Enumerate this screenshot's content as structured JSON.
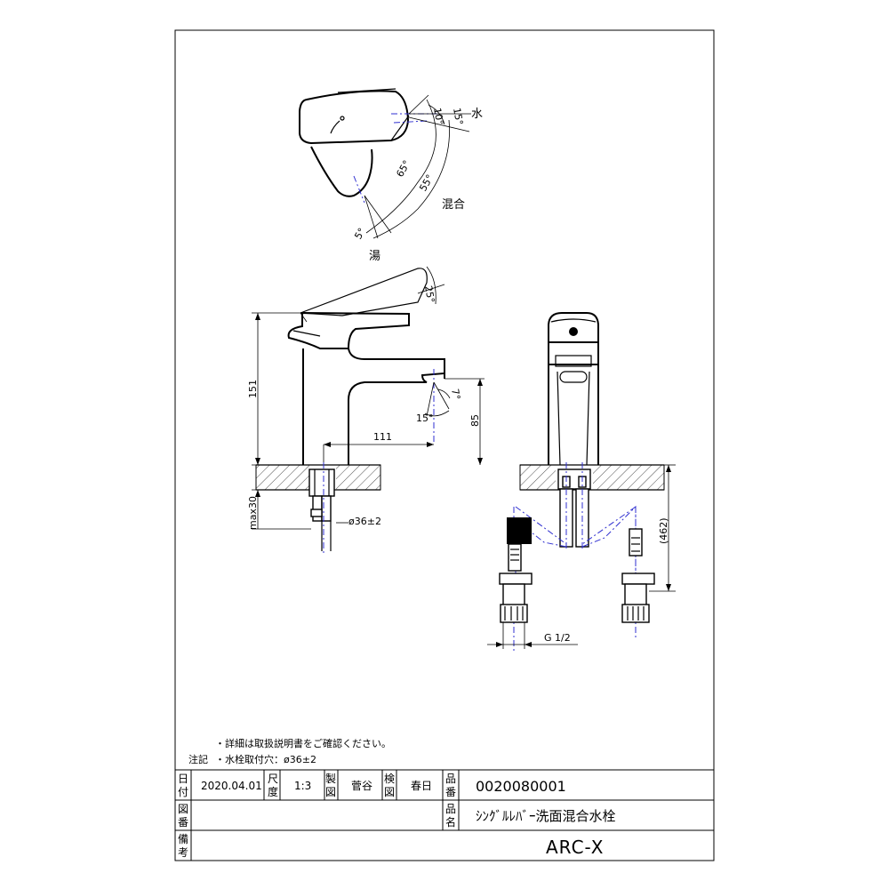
{
  "drawing": {
    "top_view": {
      "angle_10": "10°",
      "angle_15": "15°",
      "angle_65": "65°",
      "angle_55": "55°",
      "angle_5": "5°",
      "label_water": "水",
      "label_mixed": "混合",
      "label_hot": "湯"
    },
    "side_view": {
      "angle_25": "25°",
      "height_151": "151",
      "reach_111": "111",
      "spout_85": "85",
      "angle_7": "7°",
      "angle_15": "15°",
      "max30": "max30",
      "hole_dia": "ø36±2"
    },
    "front_view": {
      "length_462": "(462)",
      "thread": "G 1/2"
    }
  },
  "notes": {
    "heading": "注記",
    "line1": "・詳細は取扱説明書をご確認ください。",
    "line2": "・水栓取付穴：ø36±2"
  },
  "title_block": {
    "date_label": "日付",
    "date": "2020.04.01",
    "scale_label": "尺度",
    "scale": "1:3",
    "drawn_label": "製図",
    "drawn_by": "菅谷",
    "checked_label": "検図",
    "checked_by": "春日",
    "part_no_label": "品番",
    "part_no": "0020080001",
    "drawing_no_label": "図番",
    "product_name_label": "品名",
    "product_name": "ｼﾝｸﾞﾙﾚﾊﾞｰ洗面混合水栓",
    "remarks_label": "備考",
    "brand": "ARC-X"
  }
}
